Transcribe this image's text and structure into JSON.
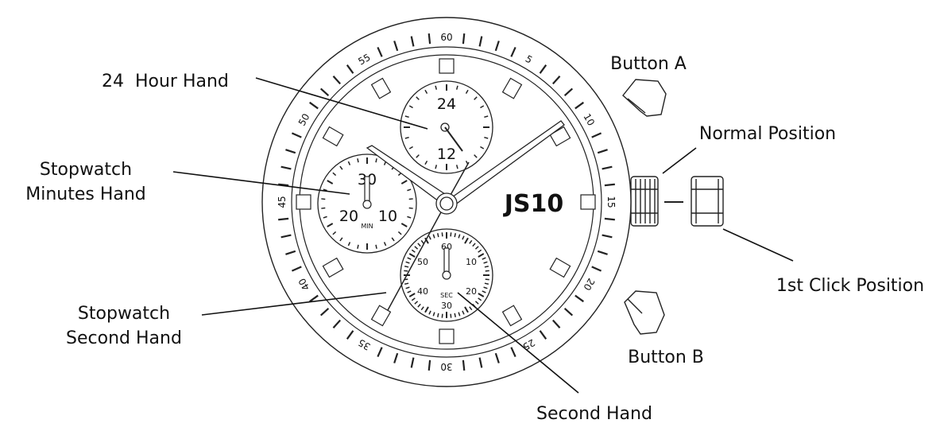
{
  "brand": "JS10",
  "bezel_numbers": [
    "60",
    "5",
    "10",
    "15",
    "20",
    "25",
    "30",
    "35",
    "40",
    "45",
    "50",
    "55"
  ],
  "subdials": {
    "hour24": {
      "top": "24",
      "bottom": "12"
    },
    "minutes": {
      "top": "30",
      "left": "20",
      "right": "10",
      "unit": "MIN"
    },
    "seconds": {
      "top": "60",
      "upper_left": "50",
      "upper_right": "10",
      "lower_left": "40",
      "lower_right": "20",
      "bottom": "30",
      "unit": "SEC"
    }
  },
  "labels": {
    "hour_hand_24": "24  Hour Hand",
    "stopwatch_minutes_1": "Stopwatch",
    "stopwatch_minutes_2": "Minutes Hand",
    "stopwatch_second_1": "Stopwatch",
    "stopwatch_second_2": "Second Hand",
    "second_hand": "Second Hand",
    "button_a": "Button A",
    "normal_position": "Normal Position",
    "first_click": "1st Click Position",
    "button_b": "Button B"
  }
}
